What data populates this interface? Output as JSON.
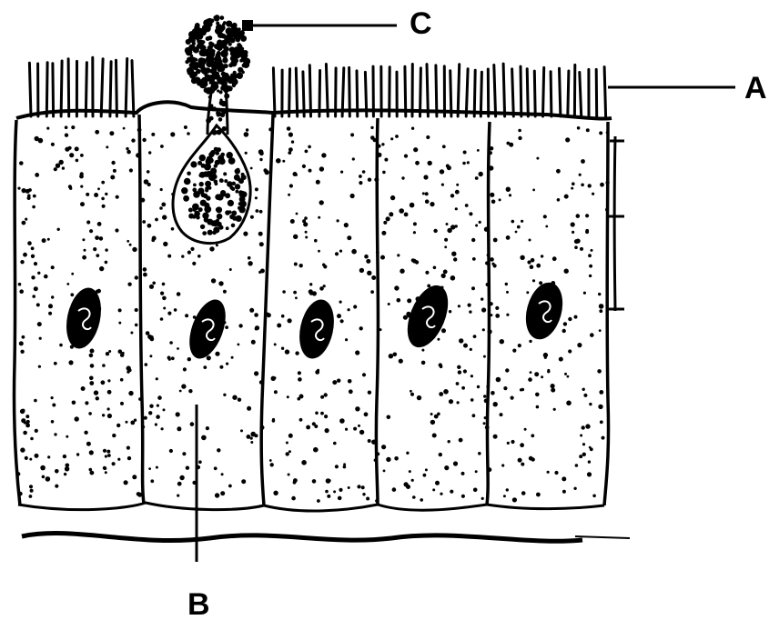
{
  "labels": {
    "a": "A",
    "b": "B",
    "c": "C"
  },
  "colors": {
    "ink": "#000000",
    "background": "#ffffff"
  }
}
